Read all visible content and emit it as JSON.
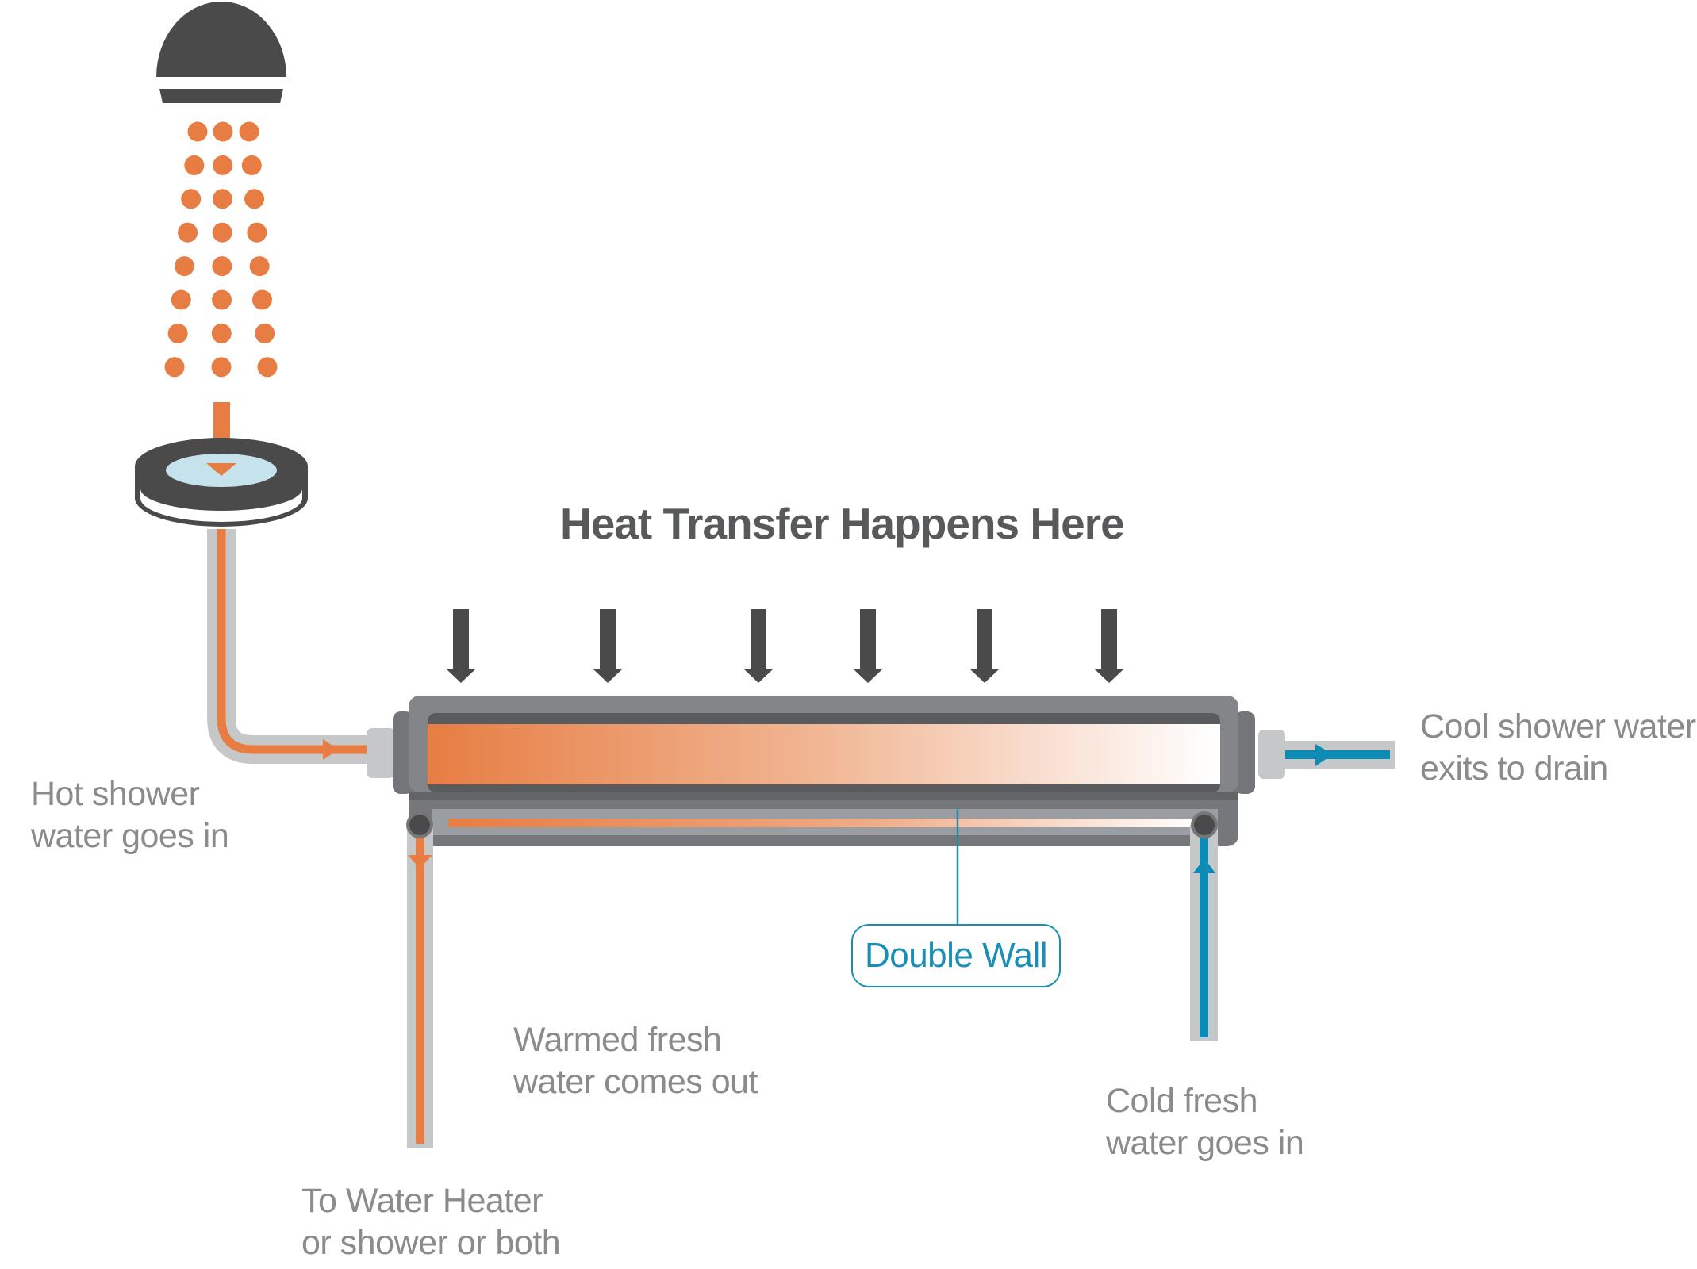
{
  "title": "Heat Transfer Happens Here",
  "colors": {
    "hot": "#e77d43",
    "cold": "#0e8bb5",
    "dark": "#4a4a4b",
    "pipe": "#c6c7c8",
    "drain_water": "#c6e2ec",
    "label_text": "#8a8b8d",
    "callout": "#1a8fb5"
  },
  "labels": {
    "hot_in": [
      "Hot shower",
      "water goes in"
    ],
    "cool_out": [
      "Cool shower water",
      "exits to drain"
    ],
    "warmed_out": [
      "Warmed fresh",
      "water comes out"
    ],
    "to_heater": [
      "To Water Heater",
      "or shower or both"
    ],
    "cold_in": [
      "Cold fresh",
      "water goes in"
    ],
    "double_wall": "Double Wall"
  },
  "icons": {
    "shower_head": "shower-head-icon",
    "water_drops": "water-drops-icon",
    "drain": "drain-icon",
    "heat_arrows": "down-arrow-icon",
    "flow_arrows": "flow-arrow-icon"
  },
  "heat_arrow_count": 6
}
